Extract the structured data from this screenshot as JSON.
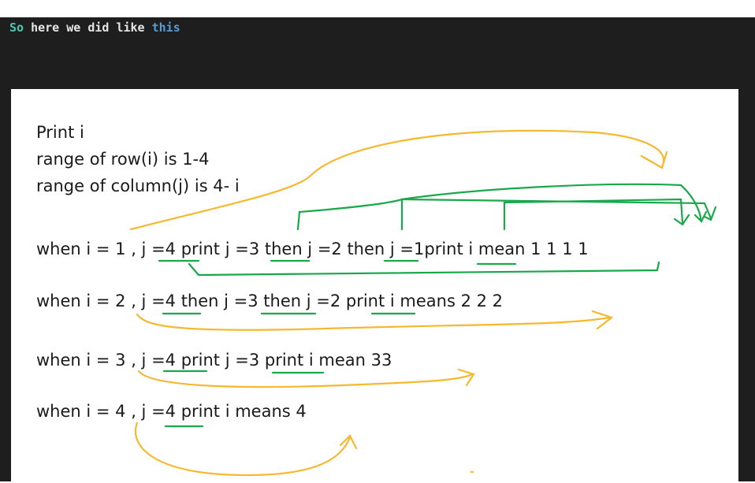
{
  "code_line": {
    "word_so": "So",
    "middle": " here we did like ",
    "word_this": "this"
  },
  "drawing": {
    "lines": [
      "Print i",
      "range of row(i) is 1-4",
      "range of column(j) is 4- i",
      "when i = 1 , j =4 print  j =3  then j =2  then j =1print  i mean 1 1 1 1",
      "when i = 2 , j =4  then j =3  then j =2  print i means  2 2 2",
      "when i = 3 , j =4  print  j =3  print  i mean 33",
      "when i = 4 , j =4  print i means 4"
    ],
    "colors": {
      "ink": "#1a1a1a",
      "yellow_arrows": "#f5b82e",
      "green_arrows": "#1aa84c"
    }
  }
}
